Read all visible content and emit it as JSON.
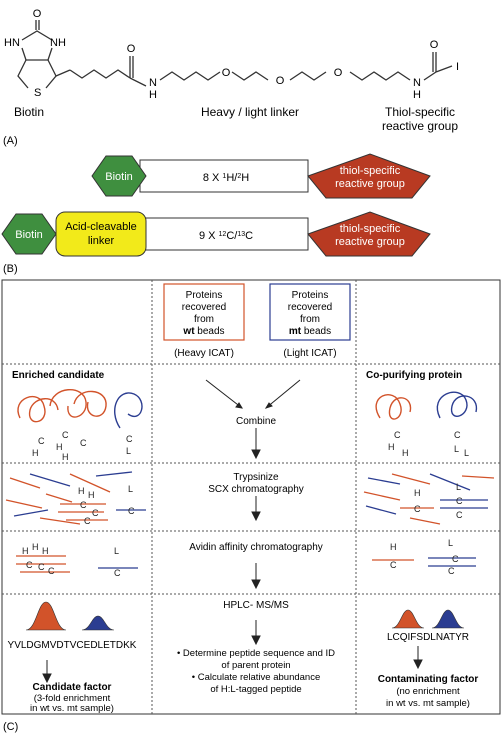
{
  "panelA": {
    "label": "(A)",
    "biotin_label": "Biotin",
    "linker_label": "Heavy / light linker",
    "group_label": "Thiol-specific reactive group",
    "group_label_line1": "Thiol-specific",
    "group_label_line2": "reactive group",
    "atoms": {
      "o1": "O",
      "hn": "HN",
      "nh1": "NH",
      "s": "S",
      "o2": "O",
      "n2": "N",
      "h2": "H",
      "o3": "O",
      "o4": "O",
      "o5": "O",
      "n3": "N",
      "h3": "H",
      "o6": "O",
      "i": "I"
    }
  },
  "panelB": {
    "label": "(B)",
    "row1": {
      "biotin": "Biotin",
      "linker": "8 X 1H/2H",
      "group": "thiol-specific reactive group"
    },
    "row2": {
      "biotin": "Biotin",
      "acid": "Acid-cleavable linker",
      "linker": "9 X 12C/13C",
      "group": "thiol-specific reactive group"
    }
  },
  "panelC": {
    "label": "(C)",
    "wt_box": "Proteins recovered from wt beads",
    "mt_box": "Proteins recovered from mt beads",
    "heavy": "(Heavy ICAT)",
    "light": "(Light ICAT)",
    "enriched": "Enriched candidate",
    "copurifying": "Co-purifying protein",
    "combine": "Combine",
    "trypsinize": "Trypsinize",
    "scx": "SCX chromatography",
    "avidin": "Avidin affinity chromatography",
    "hplc": "HPLC- MS/MS",
    "bullet1a": "• Determine peptide sequence and ID",
    "bullet1b": "of parent protein",
    "bullet2a": "• Calculate relative abundance",
    "bullet2b": "of H:L-tagged peptide",
    "seq_left": "YVLDGMVDTVCEDLETDKK",
    "seq_right": "LCQIFSDLNATYR",
    "candidate": "Candidate factor",
    "candidate_note1": "(3-fold enrichment",
    "candidate_note2": "in wt vs. mt sample)",
    "contaminating": "Contaminating factor",
    "contam_note1": "(no enrichment",
    "contam_note2": "in wt vs. mt sample)",
    "letters": {
      "c": "C",
      "h": "H",
      "l": "L"
    }
  },
  "colors": {
    "heavy": "#d2532a",
    "light": "#2b3d91",
    "biotin": "#3f8f3f",
    "acid": "#f2ea1a",
    "group": "#b83a22"
  }
}
